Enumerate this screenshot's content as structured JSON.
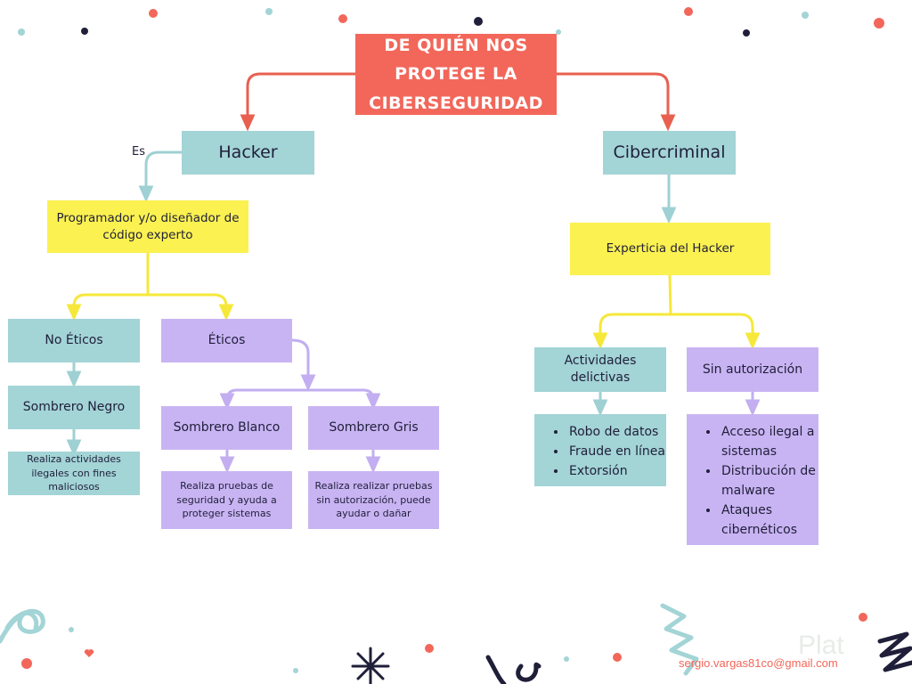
{
  "title": "DE QUIÉN NOS PROTEGE LA CIBERSEGURIDAD",
  "edge_label_es": "Es",
  "hacker": {
    "label": "Hacker",
    "definition": "Programador y/o diseñador de código experto",
    "no_eticos": {
      "label": "No Éticos",
      "hat": "Sombrero Negro",
      "description": "Realiza actividades ilegales con fines maliciosos"
    },
    "eticos": {
      "label": "Éticos",
      "blanco": {
        "label": "Sombrero Blanco",
        "description": "Realiza pruebas de seguridad y ayuda a proteger sistemas"
      },
      "gris": {
        "label": "Sombrero Gris",
        "description": "Realiza realizar pruebas sin autorización, puede ayudar o dañar"
      }
    }
  },
  "cibercriminal": {
    "label": "Cibercriminal",
    "definition": "Experticia del Hacker",
    "actividades": {
      "label": "Actividades delictivas",
      "items": [
        "Robo de datos",
        "Fraude en línea",
        "Extorsión"
      ]
    },
    "sin_autorizacion": {
      "label": "Sin autorización",
      "items": [
        "Acceso ilegal a sistemas",
        "Distribución de malware",
        "Ataques cibernéticos"
      ]
    }
  },
  "footer": {
    "email": "sergio.vargas81co@gmail.com",
    "watermark": "Plat"
  },
  "colors": {
    "title_bg": "#f2675a",
    "teal": "#a3d4d6",
    "yellow": "#fbf150",
    "lilac": "#c9b4f3",
    "arrow_red": "#e8604f",
    "arrow_teal": "#9fd0d3",
    "arrow_yellow": "#f5e83a",
    "arrow_lilac": "#c2aef0",
    "navy": "#1f1f3a"
  }
}
